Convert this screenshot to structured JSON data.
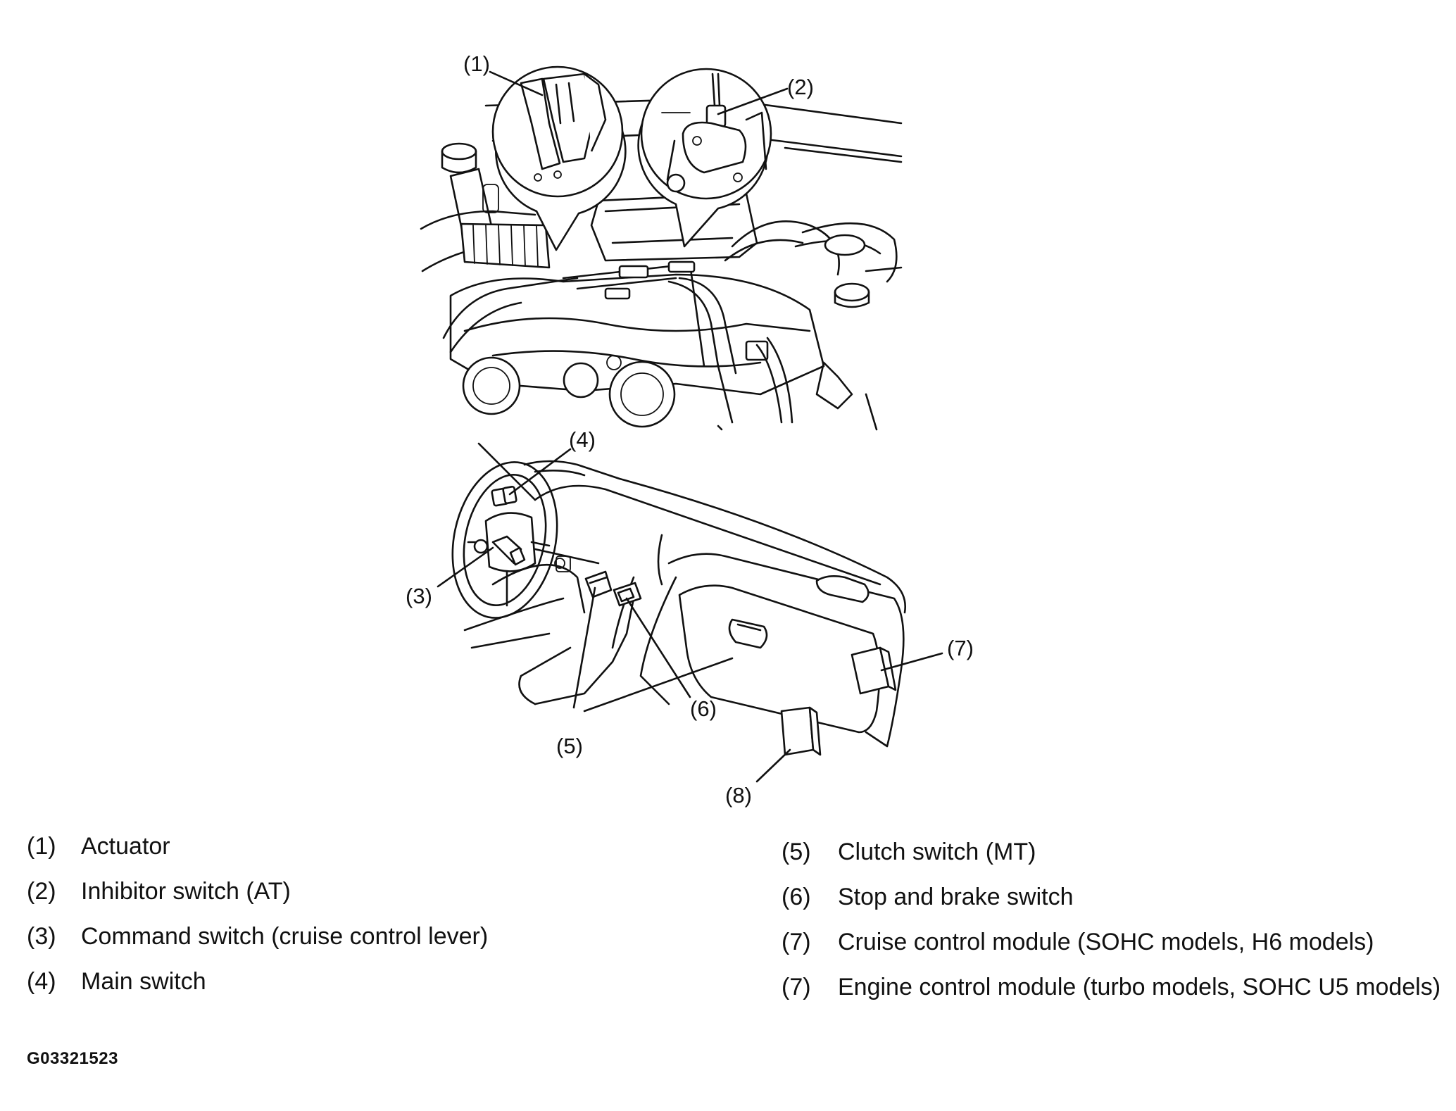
{
  "callouts": [
    {
      "id": "1",
      "label": "(1)"
    },
    {
      "id": "2",
      "label": "(2)"
    },
    {
      "id": "3",
      "label": "(3)"
    },
    {
      "id": "4",
      "label": "(4)"
    },
    {
      "id": "5",
      "label": "(5)"
    },
    {
      "id": "6",
      "label": "(6)"
    },
    {
      "id": "7",
      "label": "(7)"
    },
    {
      "id": "8",
      "label": "(8)"
    }
  ],
  "legend_left": [
    {
      "num": "(1)",
      "text": "Actuator"
    },
    {
      "num": "(2)",
      "text": "Inhibitor switch (AT)"
    },
    {
      "num": "(3)",
      "text": "Command switch (cruise control lever)"
    },
    {
      "num": "(4)",
      "text": "Main switch"
    }
  ],
  "legend_right": [
    {
      "num": "(5)",
      "text": "Clutch switch (MT)"
    },
    {
      "num": "(6)",
      "text": "Stop and brake switch"
    },
    {
      "num": "(7)",
      "text": "Cruise control module (SOHC models, H6 models)"
    },
    {
      "num": "(7)",
      "text": "Engine control module (turbo models, SOHC U5 models)"
    }
  ],
  "figure_code": "G03321523"
}
